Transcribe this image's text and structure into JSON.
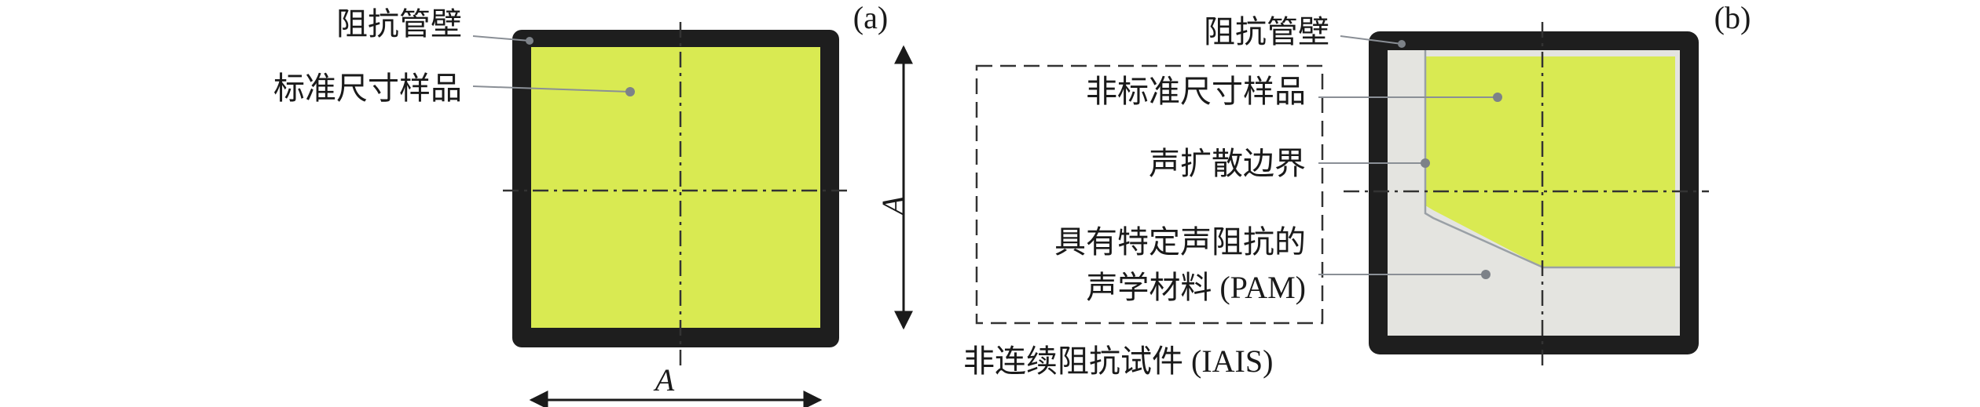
{
  "panel_a": {
    "tag": "(a)",
    "labels": {
      "wall": "阻抗管壁",
      "standard_sample": "标准尺寸样品"
    },
    "dimension": "A",
    "colors": {
      "sample": "#d9ea52",
      "wall": "#1e1e1e"
    }
  },
  "panel_b": {
    "tag": "(b)",
    "labels": {
      "wall": "阻抗管壁",
      "nonstandard_sample": "非标准尺寸样品",
      "diffusion_boundary": "声扩散边界",
      "pam_line1": "具有特定声阻抗的",
      "pam_line2": "声学材料 (PAM)",
      "iais": "非连续阻抗试件 (IAIS)"
    },
    "colors": {
      "sample": "#d9ea52",
      "pam": "#e4e4e0",
      "wall": "#1e1e1e"
    }
  },
  "colors": {
    "leader": "#8a8f96",
    "dot": "#7d8288",
    "dash": "#333333"
  }
}
